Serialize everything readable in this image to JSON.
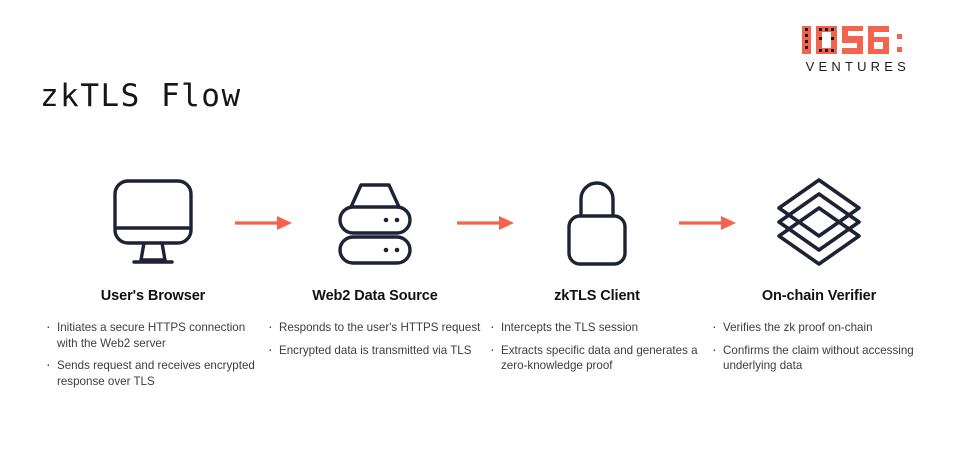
{
  "logo": {
    "mark_text": "IOSG",
    "colon": ":",
    "word": "VENTURES",
    "accent_color": "#F4634E",
    "dark_color": "#1a1a1a"
  },
  "title": "zkTLS Flow",
  "theme": {
    "icon_stroke": "#1E2235",
    "arrow_color": "#F4634E",
    "heading_color": "#111111",
    "body_color": "#3d3d3d",
    "background": "#ffffff"
  },
  "flow": {
    "nodes": [
      {
        "icon": "monitor-icon",
        "label": "User's Browser"
      },
      {
        "icon": "server-stack-icon",
        "label": "Web2 Data Source"
      },
      {
        "icon": "padlock-icon",
        "label": "zkTLS Client"
      },
      {
        "icon": "layers-icon",
        "label": "On-chain Verifier"
      }
    ],
    "arrows": [
      {
        "icon": "arrow-right-icon"
      },
      {
        "icon": "arrow-right-icon"
      },
      {
        "icon": "arrow-right-icon"
      }
    ]
  },
  "columns": [
    {
      "title": "User's Browser",
      "bullets": [
        "Initiates a secure HTTPS connection with the Web2 server",
        "Sends request and receives encrypted response over TLS"
      ]
    },
    {
      "title": "Web2 Data Source",
      "bullets": [
        "Responds to the user's HTTPS request",
        "Encrypted data is transmitted via TLS"
      ]
    },
    {
      "title": "zkTLS Client",
      "bullets": [
        "Intercepts the TLS session",
        "Extracts specific data and generates a zero-knowledge proof"
      ]
    },
    {
      "title": "On-chain Verifier",
      "bullets": [
        "Verifies the zk proof on-chain",
        "Confirms the claim without accessing underlying data"
      ]
    }
  ]
}
